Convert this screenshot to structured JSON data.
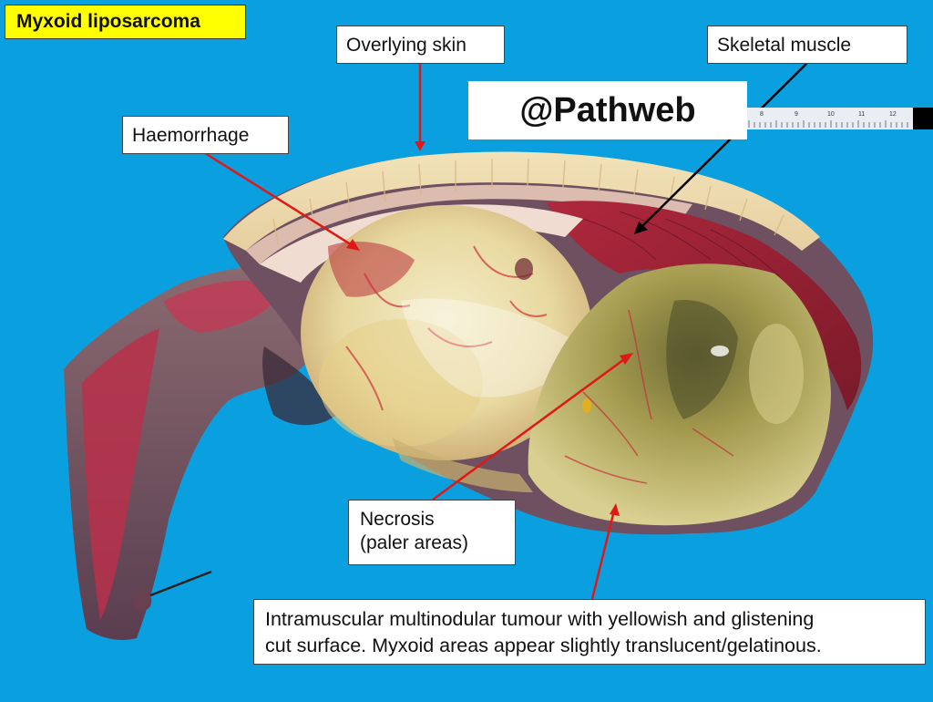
{
  "title": "Myxoid liposarcoma",
  "watermark": "@Pathweb",
  "labels": {
    "overlying_skin": "Overlying skin",
    "skeletal_muscle": "Skeletal muscle",
    "haemorrhage": "Haemorrhage",
    "necrosis_line1": "Necrosis",
    "necrosis_line2": "(paler areas)",
    "caption_line1": "Intramuscular multinodular tumour with yellowish and glistening",
    "caption_line2": "cut surface. Myxoid areas appear slightly translucent/gelatinous."
  },
  "ruler": {
    "ticks": [
      "8",
      "9",
      "10",
      "11",
      "12"
    ]
  },
  "colors": {
    "background": "#0aa0e0",
    "title_bg": "#ffff00",
    "arrow_red": "#e01818",
    "arrow_black": "#000000"
  }
}
